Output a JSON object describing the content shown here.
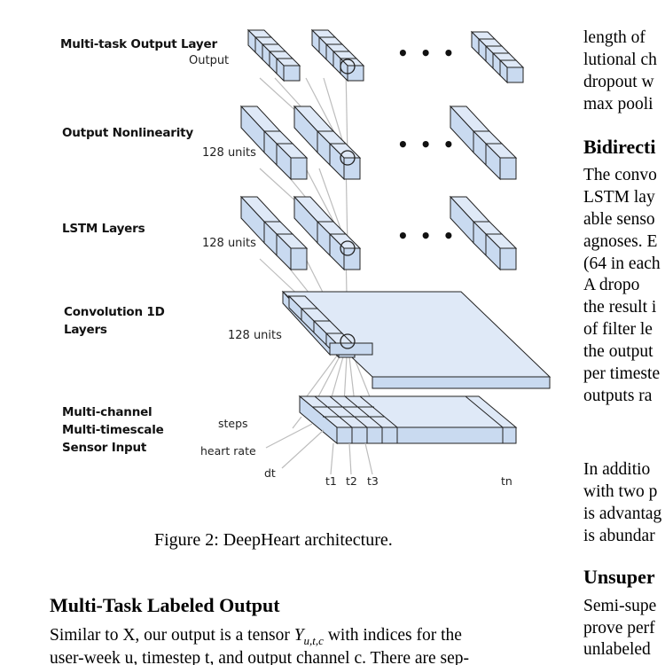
{
  "figure": {
    "layers": [
      {
        "name": "Multi-task Output Layer",
        "units": "Output"
      },
      {
        "name": "Output Nonlinearity",
        "units": "128 units"
      },
      {
        "name": "LSTM Layers",
        "units": "128 units"
      },
      {
        "name": "Convolution 1D\nLayers",
        "units": "128 units"
      },
      {
        "name": "Multi-channel\nMulti-timescale\nSensor Input",
        "units": ""
      }
    ],
    "ellipsis": "• • •",
    "input_axes": {
      "steps": "steps",
      "heart_rate": "heart rate",
      "dt": "dt"
    },
    "time_labels": [
      "t1",
      "t2",
      "t3",
      "tn"
    ],
    "caption": "Figure 2: DeepHeart architecture.",
    "colors": {
      "block_fill": "#c9daf0",
      "block_top": "#dfe9f7",
      "block_edge": "#222222",
      "connector": "#bdbdbd"
    }
  },
  "section": {
    "title": "Multi-Task Labeled Output",
    "line1_prefix": "Similar to X, our output is a tensor ",
    "line1_math": "Y",
    "line1_sub": "u,t,c",
    "line1_suffix": " with indices for the",
    "line2": "user-week u, timestep t, and output channel c. There are sep-"
  },
  "right_column": {
    "lines_top": [
      "length of",
      "lutional ch",
      "dropout w",
      "max pooli"
    ],
    "heading1": "Bidirecti",
    "lines_mid": [
      "The convo",
      "LSTM lay",
      "able senso",
      "agnoses. E",
      "(64 in each",
      "   A dropo",
      "the result i",
      "of filter le",
      "the output",
      "per timeste",
      "outputs ra"
    ],
    "lines_low": [
      "In additio",
      "with two p",
      "is advantag",
      "is abundar"
    ],
    "heading2": "Unsuper",
    "lines_bottom": [
      "Semi-supe",
      "prove perf",
      "unlabeled"
    ]
  }
}
